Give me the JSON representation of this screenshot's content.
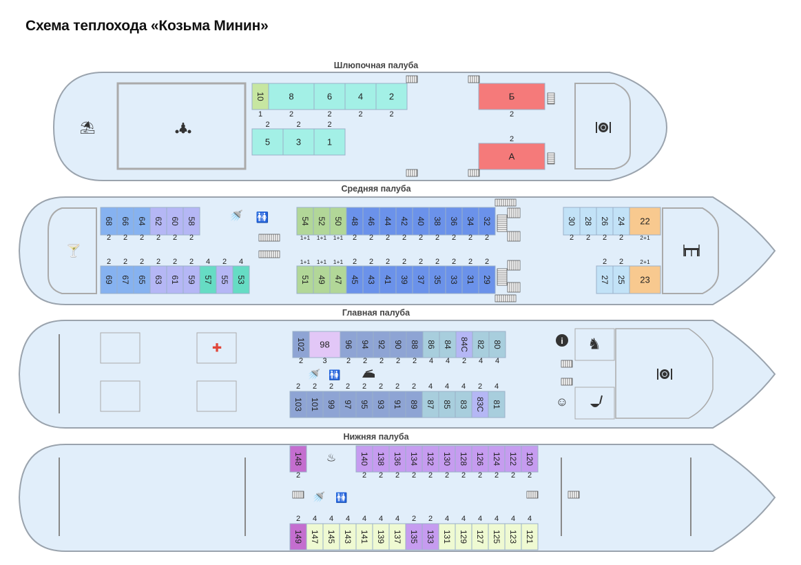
{
  "title": "Схема теплохода «Козьма Минин»",
  "colors": {
    "hull_fill": "#e1eefa",
    "hull_stroke": "#9aa3ad",
    "salon_border": "#aaaaaa",
    "wc_green": "#c7e6a1",
    "teal": "#a3f0e6",
    "salmon": "#f57a7a",
    "blue_mid": "#86b2f0",
    "blue_dark": "#6b92ea",
    "blue_light": "#c2e2f7",
    "peach": "#f8c98f",
    "lavender": "#b5b7f5",
    "steel": "#8ea4d4",
    "pink_light": "#e2c7f7",
    "grey_blue": "#a8cedd",
    "mint": "#66dcc4",
    "green_olive": "#b2d798",
    "purple": "#c69cf0",
    "magenta": "#c46ecf",
    "yellow_light": "#effad2"
  },
  "decks": [
    {
      "label": "Шлюпочная палуба",
      "icons": [
        "beach-umbrella-icon",
        "audience-icon",
        "dining-icon"
      ],
      "cabins": [
        {
          "num": "10",
          "cap": "1",
          "color": "wc_green",
          "row": "top",
          "rot": true
        },
        {
          "num": "8",
          "cap": "2",
          "color": "teal",
          "row": "top",
          "rot": false
        },
        {
          "num": "6",
          "cap": "2",
          "color": "teal",
          "row": "top",
          "rot": false
        },
        {
          "num": "4",
          "cap": "2",
          "color": "teal",
          "row": "top",
          "rot": false
        },
        {
          "num": "2",
          "cap": "2",
          "color": "teal",
          "row": "top",
          "rot": false
        },
        {
          "num": "5",
          "cap": "2",
          "color": "teal",
          "row": "bottom",
          "rot": false
        },
        {
          "num": "3",
          "cap": "2",
          "color": "teal",
          "row": "bottom",
          "rot": false
        },
        {
          "num": "1",
          "cap": "2",
          "color": "teal",
          "row": "bottom",
          "rot": false
        },
        {
          "num": "Б",
          "cap": "2",
          "color": "salmon",
          "row": "top",
          "rot": false
        },
        {
          "num": "А",
          "cap": "2",
          "color": "salmon",
          "row": "bottom",
          "rot": false
        }
      ]
    },
    {
      "label": "Средняя палуба",
      "icons": [
        "cocktail-icon",
        "shower-icon",
        "restroom-icon",
        "restaurant-table-icon"
      ],
      "cabins": [
        {
          "num": "68",
          "cap": "2",
          "color": "blue_mid"
        },
        {
          "num": "66",
          "cap": "2",
          "color": "blue_mid"
        },
        {
          "num": "64",
          "cap": "2",
          "color": "blue_mid"
        },
        {
          "num": "62",
          "cap": "2",
          "color": "lavender"
        },
        {
          "num": "60",
          "cap": "2",
          "color": "lavender"
        },
        {
          "num": "58",
          "cap": "2",
          "color": "lavender"
        },
        {
          "num": "69",
          "cap": "2",
          "color": "blue_mid"
        },
        {
          "num": "67",
          "cap": "2",
          "color": "blue_mid"
        },
        {
          "num": "65",
          "cap": "2",
          "color": "blue_mid"
        },
        {
          "num": "63",
          "cap": "2",
          "color": "lavender"
        },
        {
          "num": "61",
          "cap": "2",
          "color": "lavender"
        },
        {
          "num": "59",
          "cap": "2",
          "color": "lavender"
        },
        {
          "num": "57",
          "cap": "4",
          "color": "mint"
        },
        {
          "num": "55",
          "cap": "2",
          "color": "lavender"
        },
        {
          "num": "53",
          "cap": "4",
          "color": "mint"
        },
        {
          "num": "54",
          "cap": "1+1",
          "color": "green_olive"
        },
        {
          "num": "52",
          "cap": "1+1",
          "color": "green_olive"
        },
        {
          "num": "50",
          "cap": "1+1",
          "color": "green_olive"
        },
        {
          "num": "48",
          "cap": "2",
          "color": "blue_dark"
        },
        {
          "num": "46",
          "cap": "2",
          "color": "blue_dark"
        },
        {
          "num": "44",
          "cap": "2",
          "color": "blue_dark"
        },
        {
          "num": "42",
          "cap": "2",
          "color": "blue_dark"
        },
        {
          "num": "40",
          "cap": "2",
          "color": "blue_dark"
        },
        {
          "num": "38",
          "cap": "2",
          "color": "blue_dark"
        },
        {
          "num": "36",
          "cap": "2",
          "color": "blue_dark"
        },
        {
          "num": "34",
          "cap": "2",
          "color": "blue_dark"
        },
        {
          "num": "32",
          "cap": "2",
          "color": "blue_dark"
        },
        {
          "num": "51",
          "cap": "1+1",
          "color": "green_olive"
        },
        {
          "num": "49",
          "cap": "1+1",
          "color": "green_olive"
        },
        {
          "num": "47",
          "cap": "1+1",
          "color": "green_olive"
        },
        {
          "num": "45",
          "cap": "2",
          "color": "blue_dark"
        },
        {
          "num": "43",
          "cap": "2",
          "color": "blue_dark"
        },
        {
          "num": "41",
          "cap": "2",
          "color": "blue_dark"
        },
        {
          "num": "39",
          "cap": "2",
          "color": "blue_dark"
        },
        {
          "num": "37",
          "cap": "2",
          "color": "blue_dark"
        },
        {
          "num": "35",
          "cap": "2",
          "color": "blue_dark"
        },
        {
          "num": "33",
          "cap": "2",
          "color": "blue_dark"
        },
        {
          "num": "31",
          "cap": "2",
          "color": "blue_dark"
        },
        {
          "num": "29",
          "cap": "2",
          "color": "blue_dark"
        },
        {
          "num": "30",
          "cap": "2",
          "color": "blue_light"
        },
        {
          "num": "28",
          "cap": "2",
          "color": "blue_light"
        },
        {
          "num": "26",
          "cap": "2",
          "color": "blue_light"
        },
        {
          "num": "24",
          "cap": "2",
          "color": "blue_light"
        },
        {
          "num": "22",
          "cap": "2+1",
          "color": "peach"
        },
        {
          "num": "27",
          "cap": "2",
          "color": "blue_light"
        },
        {
          "num": "25",
          "cap": "2",
          "color": "blue_light"
        },
        {
          "num": "23",
          "cap": "2+1",
          "color": "peach"
        }
      ]
    },
    {
      "label": "Главная палуба",
      "icons": [
        "first-aid-icon",
        "shower-icon",
        "restroom-icon",
        "iron-icon",
        "info-icon",
        "rocking-horse-icon",
        "baby-icon",
        "sauna-ladle-icon",
        "dining-icon"
      ],
      "cabins": [
        {
          "num": "102",
          "cap": "2",
          "color": "steel"
        },
        {
          "num": "98",
          "cap": "3",
          "color": "pink_light"
        },
        {
          "num": "96",
          "cap": "2",
          "color": "steel"
        },
        {
          "num": "94",
          "cap": "2",
          "color": "steel"
        },
        {
          "num": "92",
          "cap": "2",
          "color": "steel"
        },
        {
          "num": "90",
          "cap": "2",
          "color": "steel"
        },
        {
          "num": "88",
          "cap": "2",
          "color": "steel"
        },
        {
          "num": "86",
          "cap": "4",
          "color": "grey_blue"
        },
        {
          "num": "84",
          "cap": "4",
          "color": "grey_blue"
        },
        {
          "num": "84С",
          "cap": "2",
          "color": "lavender"
        },
        {
          "num": "82",
          "cap": "4",
          "color": "grey_blue"
        },
        {
          "num": "80",
          "cap": "4",
          "color": "grey_blue"
        },
        {
          "num": "103",
          "cap": "2",
          "color": "steel"
        },
        {
          "num": "101",
          "cap": "2",
          "color": "steel"
        },
        {
          "num": "99",
          "cap": "2",
          "color": "steel"
        },
        {
          "num": "97",
          "cap": "2",
          "color": "steel"
        },
        {
          "num": "95",
          "cap": "2",
          "color": "steel"
        },
        {
          "num": "93",
          "cap": "2",
          "color": "steel"
        },
        {
          "num": "91",
          "cap": "2",
          "color": "steel"
        },
        {
          "num": "89",
          "cap": "2",
          "color": "steel"
        },
        {
          "num": "87",
          "cap": "4",
          "color": "grey_blue"
        },
        {
          "num": "85",
          "cap": "4",
          "color": "grey_blue"
        },
        {
          "num": "83",
          "cap": "4",
          "color": "grey_blue"
        },
        {
          "num": "83С",
          "cap": "2",
          "color": "lavender"
        },
        {
          "num": "81",
          "cap": "4",
          "color": "grey_blue"
        }
      ]
    },
    {
      "label": "Нижняя палуба",
      "icons": [
        "sauna-icon",
        "shower-icon",
        "restroom-icon"
      ],
      "cabins": [
        {
          "num": "148",
          "cap": "2",
          "color": "magenta"
        },
        {
          "num": "140",
          "cap": "2",
          "color": "purple"
        },
        {
          "num": "138",
          "cap": "2",
          "color": "purple"
        },
        {
          "num": "136",
          "cap": "2",
          "color": "purple"
        },
        {
          "num": "134",
          "cap": "2",
          "color": "purple"
        },
        {
          "num": "132",
          "cap": "2",
          "color": "purple"
        },
        {
          "num": "130",
          "cap": "2",
          "color": "purple"
        },
        {
          "num": "128",
          "cap": "2",
          "color": "purple"
        },
        {
          "num": "126",
          "cap": "2",
          "color": "purple"
        },
        {
          "num": "124",
          "cap": "2",
          "color": "purple"
        },
        {
          "num": "122",
          "cap": "2",
          "color": "purple"
        },
        {
          "num": "120",
          "cap": "2",
          "color": "purple"
        },
        {
          "num": "149",
          "cap": "2",
          "color": "magenta"
        },
        {
          "num": "147",
          "cap": "4",
          "color": "yellow_light"
        },
        {
          "num": "145",
          "cap": "4",
          "color": "yellow_light"
        },
        {
          "num": "143",
          "cap": "4",
          "color": "yellow_light"
        },
        {
          "num": "141",
          "cap": "4",
          "color": "yellow_light"
        },
        {
          "num": "139",
          "cap": "4",
          "color": "yellow_light"
        },
        {
          "num": "137",
          "cap": "4",
          "color": "yellow_light"
        },
        {
          "num": "135",
          "cap": "2",
          "color": "purple"
        },
        {
          "num": "133",
          "cap": "2",
          "color": "purple"
        },
        {
          "num": "131",
          "cap": "4",
          "color": "yellow_light"
        },
        {
          "num": "129",
          "cap": "4",
          "color": "yellow_light"
        },
        {
          "num": "127",
          "cap": "4",
          "color": "yellow_light"
        },
        {
          "num": "125",
          "cap": "4",
          "color": "yellow_light"
        },
        {
          "num": "123",
          "cap": "4",
          "color": "yellow_light"
        },
        {
          "num": "121",
          "cap": "4",
          "color": "yellow_light"
        }
      ]
    }
  ]
}
